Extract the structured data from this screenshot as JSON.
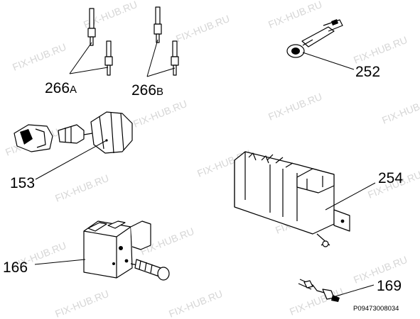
{
  "watermark": {
    "text": "FIX-HUB.RU"
  },
  "callouts": {
    "c266a": {
      "number": "266",
      "suffix": "A"
    },
    "c266b": {
      "number": "266",
      "suffix": "B"
    },
    "c252": {
      "number": "252"
    },
    "c153": {
      "number": "153"
    },
    "c254": {
      "number": "254"
    },
    "c166": {
      "number": "166"
    },
    "c169": {
      "number": "169"
    }
  },
  "drawing_code": "P09473008034",
  "colors": {
    "line": "#000000",
    "watermark": "#d6d6d6",
    "background": "#ffffff"
  }
}
